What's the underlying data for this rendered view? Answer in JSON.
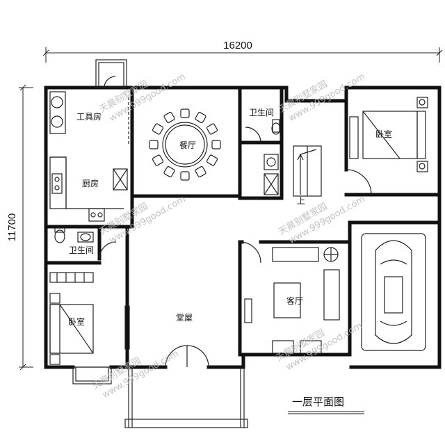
{
  "dimensions": {
    "width_label": "16200",
    "height_label": "11700"
  },
  "rooms": {
    "storage": "工具房",
    "kitchen": "厨房",
    "dining": "餐厅",
    "bathroom_top": "卫生间",
    "bedroom_right": "卧室",
    "bathroom_left": "卫生间",
    "bedroom_left": "卧室",
    "hall": "堂屋",
    "living": "客厅"
  },
  "stair_mark": "上",
  "title": "一层平面图",
  "watermark": {
    "brand": "天晨别墅家园",
    "url": "www.999good.com"
  }
}
